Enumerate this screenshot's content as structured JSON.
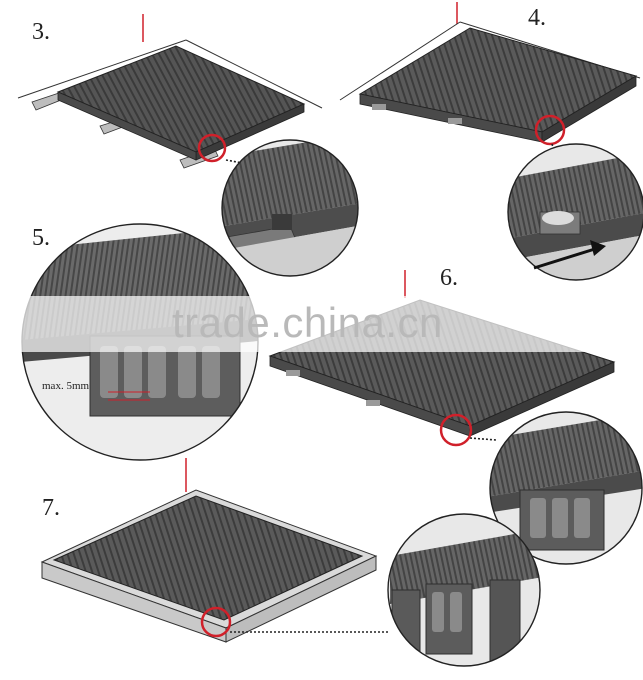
{
  "steps": [
    {
      "label": "3."
    },
    {
      "label": "4."
    },
    {
      "label": "5."
    },
    {
      "label": "6."
    },
    {
      "label": "7."
    }
  ],
  "annotation": {
    "gap_text": "max. 5mm"
  },
  "watermark": {
    "text": "trade.china.cn"
  },
  "colors": {
    "deck_dark": "#4a4a4a",
    "deck_mid": "#5d5d5d",
    "deck_light": "#7a7a7a",
    "highlight_ring": "#d0202a",
    "arrow": "#111111"
  },
  "icons": [
    "arrow-icon"
  ]
}
